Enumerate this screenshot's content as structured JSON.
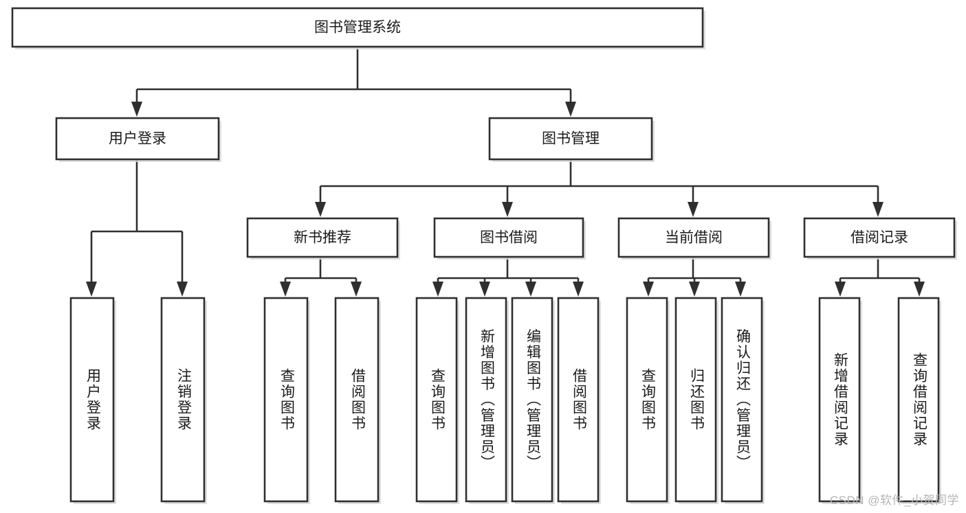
{
  "diagram": {
    "title": "图书管理系统",
    "type": "tree-hierarchy-chart",
    "colors": {
      "border": "#2f2f2f",
      "fill": "#ffffff",
      "text": "#1a1a1a",
      "shadow": "#d9d9d9",
      "watermark": "#b4b4b4"
    },
    "root": {
      "label": "图书管理系统"
    },
    "level2": [
      {
        "label": "用户登录"
      },
      {
        "label": "图书管理"
      }
    ],
    "level3": [
      {
        "label": "新书推荐"
      },
      {
        "label": "图书借阅"
      },
      {
        "label": "当前借阅"
      },
      {
        "label": "借阅记录"
      }
    ],
    "leaves": {
      "user_login": [
        {
          "label": "用户登录"
        },
        {
          "label": "注销登录"
        }
      ],
      "new_book_recommend": [
        {
          "label": "查询图书"
        },
        {
          "label": "借阅图书"
        }
      ],
      "book_borrow": [
        {
          "label": "查询图书"
        },
        {
          "label": "新增图书（管理员）"
        },
        {
          "label": "编辑图书（管理员）"
        },
        {
          "label": "借阅图书"
        }
      ],
      "current_borrow": [
        {
          "label": "查询图书"
        },
        {
          "label": "归还图书"
        },
        {
          "label": "确认归还（管理员）"
        }
      ],
      "borrow_record": [
        {
          "label": "新增借阅记录"
        },
        {
          "label": "查询借阅记录"
        }
      ]
    }
  },
  "watermark": {
    "text": "CSDN @软件_小贺同学"
  }
}
